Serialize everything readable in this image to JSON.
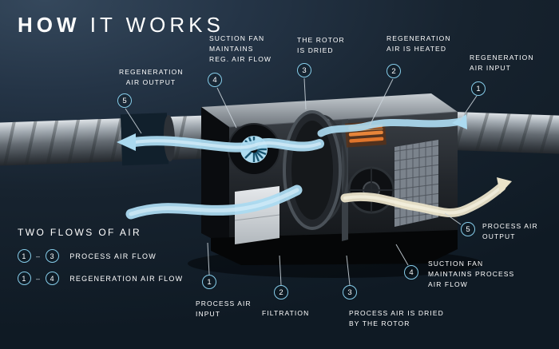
{
  "title": {
    "bold": "HOW",
    "light": "IT WORKS"
  },
  "colors": {
    "background_dark": "#121d28",
    "background_light": "#35485c",
    "accent_blue": "#86cdea",
    "ribbon_blue": "#abdaf0",
    "ribbon_warm": "#eae3c9",
    "heater_orange": "#e0752c",
    "text": "#ffffff"
  },
  "callouts": {
    "reg_output": {
      "num": "5",
      "label": "REGENERATION AIR OUTPUT"
    },
    "reg_fan": {
      "num": "4",
      "label": "SUCTION FAN MAINTAINS REG. AIR FLOW"
    },
    "rotor_dried": {
      "num": "3",
      "label": "THE ROTOR IS DRIED"
    },
    "reg_heated": {
      "num": "2",
      "label": "REGENERATION AIR IS HEATED"
    },
    "reg_input": {
      "num": "1",
      "label": "REGENERATION AIR INPUT"
    },
    "proc_input": {
      "num": "1",
      "label": "PROCESS AIR INPUT"
    },
    "filtration": {
      "num": "2",
      "label": "FILTRATION"
    },
    "proc_dried": {
      "num": "3",
      "label": "PROCESS AIR IS DRIED BY THE ROTOR"
    },
    "proc_fan": {
      "num": "4",
      "label": "SUCTION FAN MAINTAINS PROCESS AIR FLOW"
    },
    "proc_output": {
      "num": "5",
      "label": "PROCESS AIR OUTPUT"
    }
  },
  "legend": {
    "title": "TWO FLOWS OF AIR",
    "dash": "–",
    "rows": [
      {
        "from": "1",
        "to": "3",
        "label": "PROCESS AIR FLOW"
      },
      {
        "from": "1",
        "to": "4",
        "label": "REGENERATION AIR FLOW"
      }
    ]
  }
}
